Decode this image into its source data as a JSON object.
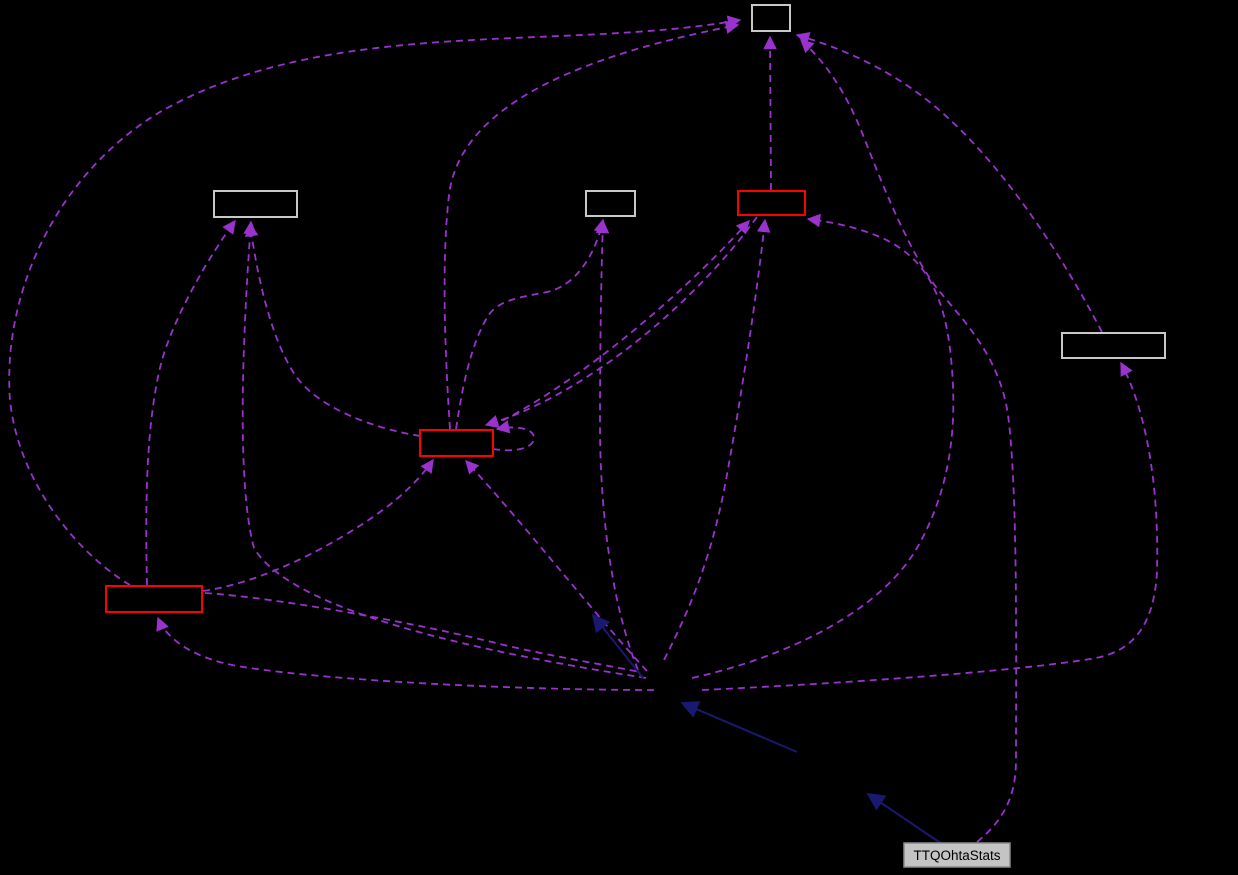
{
  "diagram": {
    "kind": "collaboration-graph",
    "background_color": "#000000",
    "colors": {
      "usage_edge_dashed": "#9a32cd",
      "inheritance_edge_solid": "#191970",
      "plain_node_border": "#c8c8c8",
      "truncated_node_border": "#ff0000",
      "current_node_fill": "#c4c4c4",
      "current_node_border": "#8a8a8a",
      "current_node_text": "#000000"
    },
    "nodes": [
      {
        "id": "top-box",
        "label": "",
        "style": "plain"
      },
      {
        "id": "left-white-box",
        "label": "",
        "style": "plain"
      },
      {
        "id": "center-white-box",
        "label": "",
        "style": "plain"
      },
      {
        "id": "right-red-box",
        "label": "",
        "style": "truncated"
      },
      {
        "id": "right-white-box",
        "label": "",
        "style": "plain"
      },
      {
        "id": "center-red-box",
        "label": "",
        "style": "truncated"
      },
      {
        "id": "left-red-box",
        "label": "",
        "style": "truncated"
      },
      {
        "id": "ttqohtastats-box",
        "label": "TTQOhtaStats",
        "style": "current"
      }
    ]
  }
}
